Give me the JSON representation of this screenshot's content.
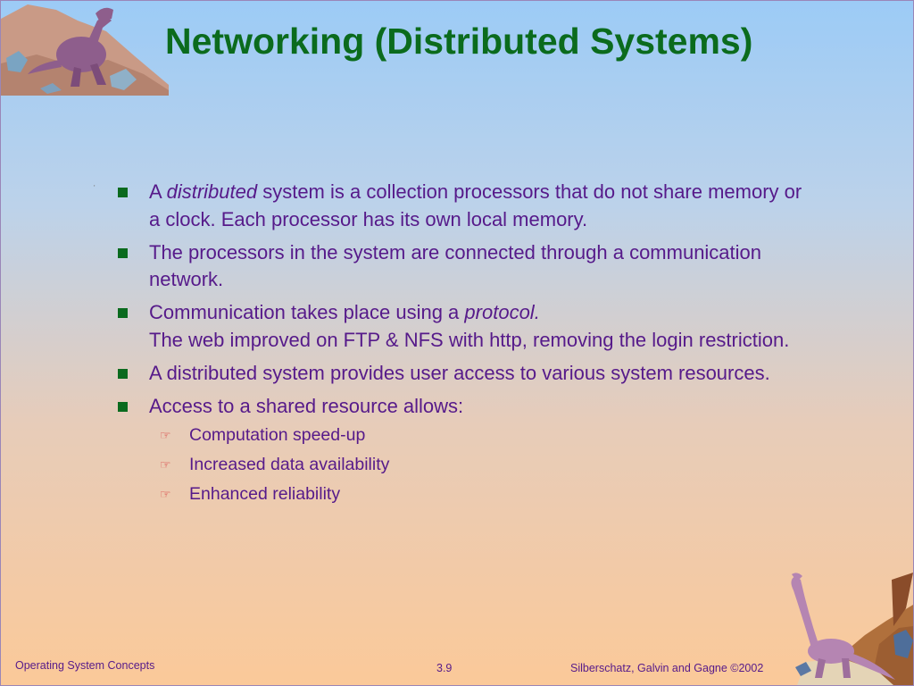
{
  "slide": {
    "title": "Networking (Distributed Systems)",
    "bullets": [
      {
        "pre": "A ",
        "em": "distributed",
        "post": " system is a collection processors that do not share memory or a clock.  Each processor has its own local memory."
      },
      {
        "text": "The processors in the system are connected through a communication network."
      },
      {
        "pre": "Communication takes place using a ",
        "em": "protocol.",
        "line2": "The web improved on FTP & NFS with http, removing the login restriction."
      },
      {
        "text": "A distributed system provides user access to various system resources."
      },
      {
        "text": "Access to a shared resource allows:"
      }
    ],
    "sub_bullets": [
      "Computation speed-up",
      "Increased data availability",
      "Enhanced reliability"
    ],
    "tick_mark": "'"
  },
  "footer": {
    "left": "Operating System Concepts",
    "page": "3.9",
    "right": "Silberschatz, Galvin and  Gagne ©2002"
  },
  "icons": {
    "top_left": "dinosaur-trex-icon",
    "bottom_right": "dinosaur-brontosaurus-icon",
    "bullet": "square-bullet-icon",
    "sub_bullet": "pointing-hand-icon"
  },
  "colors": {
    "title": "#0b6b1d",
    "text": "#561a8a",
    "bullet": "#0a6a1e",
    "sub_bullet": "#d84848"
  }
}
